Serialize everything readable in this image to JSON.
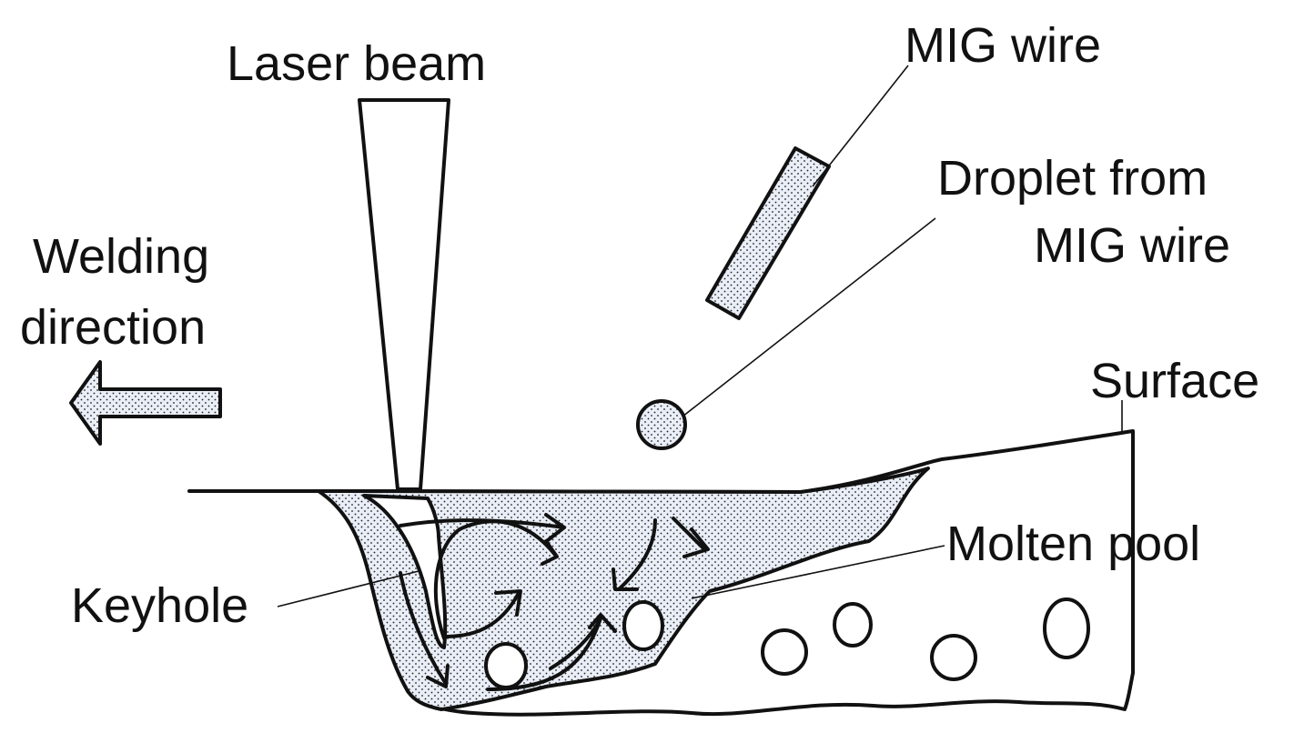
{
  "labels": {
    "laser_beam": "Laser beam",
    "mig_wire": "MIG wire",
    "droplet_line1": "Droplet from",
    "droplet_line2": "MIG wire",
    "welding_line1": "Welding",
    "welding_line2": "direction",
    "surface": "Surface",
    "molten_pool": "Molten pool",
    "keyhole": "Keyhole"
  },
  "colors": {
    "fill": "#e9eef7",
    "dot": "#222222",
    "stroke": "#111111"
  }
}
